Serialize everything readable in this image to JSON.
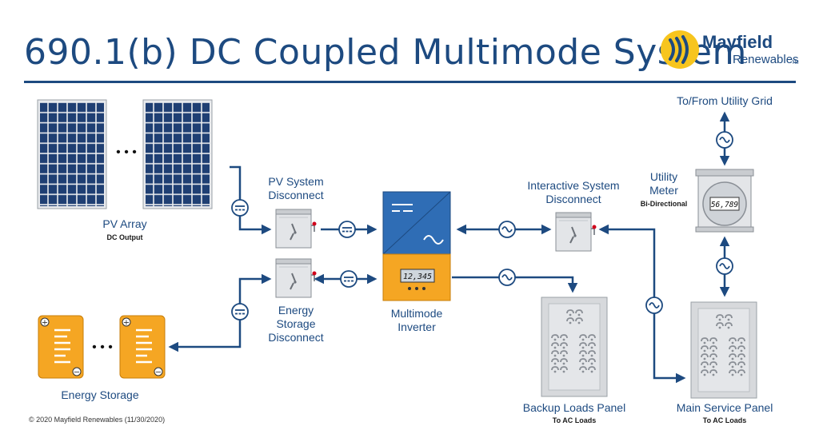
{
  "title": "690.1(b) DC Coupled Multimode System",
  "logo": {
    "name": "Mayfield",
    "sub": "Renewables",
    "tm": "TM"
  },
  "labels": {
    "pv_array": "PV Array",
    "pv_array_sub": "DC Output",
    "pv_disconnect_1": "PV System",
    "pv_disconnect_2": "Disconnect",
    "es_disconnect_1": "Energy",
    "es_disconnect_2": "Storage",
    "es_disconnect_3": "Disconnect",
    "inverter_1": "Multimode",
    "inverter_2": "Inverter",
    "energy_storage": "Energy Storage",
    "isd_1": "Interactive System",
    "isd_2": "Disconnect",
    "utility_grid": "To/From Utility Grid",
    "meter_1": "Utility",
    "meter_2": "Meter",
    "meter_sub": "Bi-Directional",
    "backup_panel": "Backup Loads Panel",
    "backup_panel_sub": "To AC Loads",
    "main_panel": "Main Service Panel",
    "main_panel_sub": "To AC Loads"
  },
  "displays": {
    "inverter": "12,345",
    "meter": "56,789"
  },
  "ellipsis": "• • •",
  "copyright": "© 2020 Mayfield Renewables (11/30/2020)",
  "colors": {
    "navy": "#1d4a80",
    "orange": "#f5a623",
    "blue": "#2f6db5",
    "cell": "#1f3f73",
    "grey": "#d7d9dc"
  },
  "icons": {
    "dc": "dc-symbol-icon",
    "ac": "ac-symbol-icon"
  }
}
